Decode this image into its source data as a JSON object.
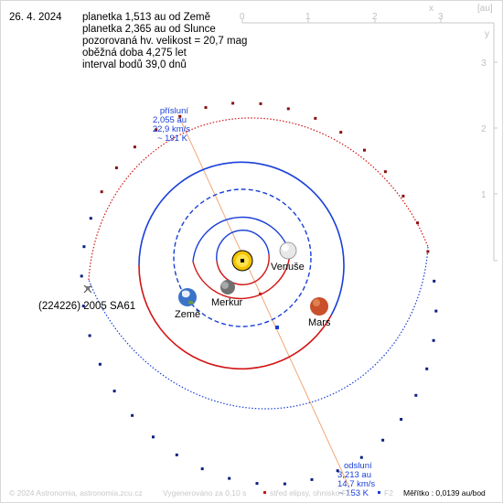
{
  "date": "26. 4. 2024",
  "info_lines": [
    "planetka 1,513 au od Země",
    "planetka 2,365 au od Slunce",
    "pozorovaná hv. velikost = 20,7 mag",
    "oběžná doba 4,275 let",
    "interval bodů 39,0 dnů"
  ],
  "axis_unit": "[au]",
  "axis_x_label": "x",
  "axis_y_label": "y",
  "x_ticks": [
    "0",
    "1",
    "2",
    "3"
  ],
  "y_ticks": [
    "3",
    "2",
    "1"
  ],
  "perihelion": {
    "lines": [
      "přísluní",
      "2,055 au",
      "22,9 km/s",
      "~ 191 K"
    ]
  },
  "aphelion": {
    "lines": [
      "odsluní",
      "3,213 au",
      "14,7 km/s",
      "~ 153 K"
    ]
  },
  "asteroid_label": "(224226) 2005 SA61",
  "planet_labels": {
    "venus": "Venuše",
    "mercury": "Merkur",
    "earth": "Země",
    "mars": "Mars"
  },
  "footer": {
    "copyright": "© 2024 Astronomia, astronomia.zcu.cz",
    "generated": "Vygenerováno za 0,10 s",
    "legend": "střed elipsy, ohnisko F1",
    "f2": "F2",
    "scale": "Měřítko : 0,0139 au/bod"
  },
  "colors": {
    "orbit_blue": "#1a3fd8",
    "orbit_red": "#d21414",
    "apsis_line": "#f0a878",
    "axis_grey": "#c8c8c8",
    "sun": "#f4c400",
    "mars": "#c8502a"
  }
}
